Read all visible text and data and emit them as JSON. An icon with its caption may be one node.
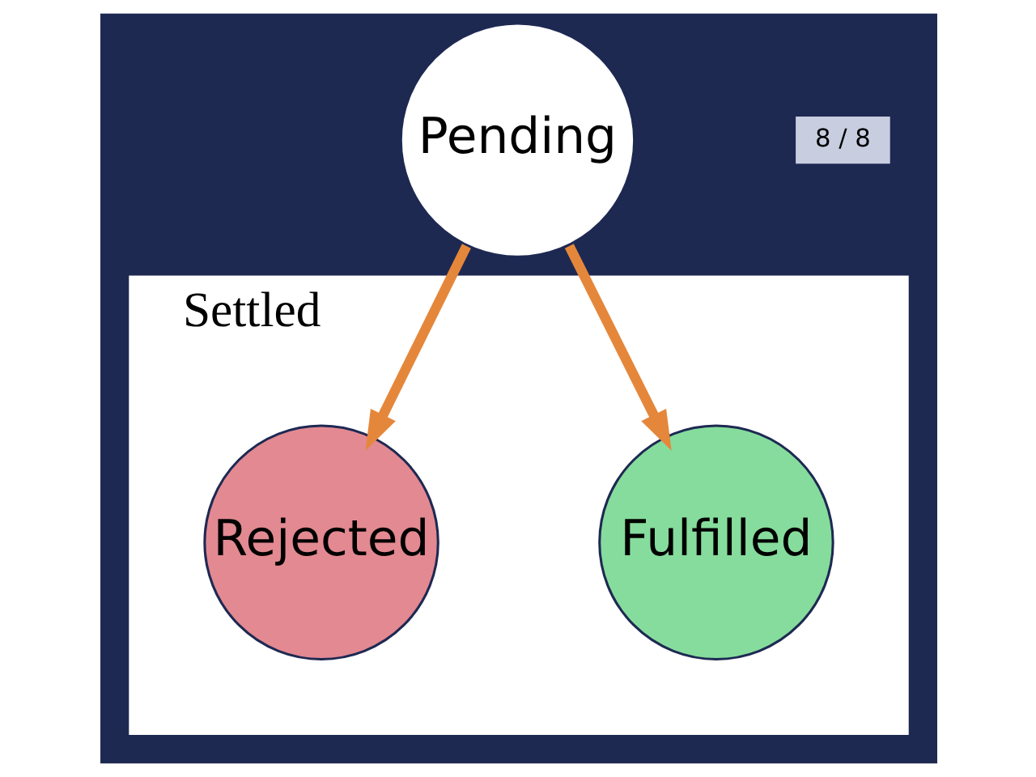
{
  "diagram": {
    "nodes": [
      {
        "text": [
          "Pending"
        ]
      },
      {
        "text": [
          "Settled"
        ]
      },
      {
        "text": [
          "Fulfilled"
        ],
        "in": 1
      },
      {
        "text": [
          "Rejected"
        ],
        "in": 1
      }
    ],
    "edges": [
      {
        "from": 0,
        "to": 2,
        "arrow": "to"
      },
      {
        "from": 0,
        "to": 3,
        "arrow": "to"
      }
    ],
    "labels": [
      "8 / 8"
    ]
  }
}
